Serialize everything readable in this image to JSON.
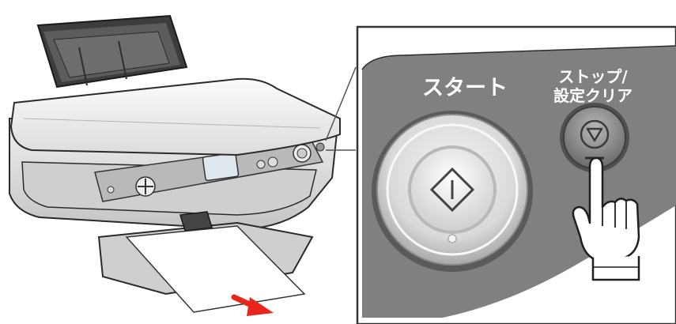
{
  "panel": {
    "start_label": "スタート",
    "stop_label_line1": "ストップ/",
    "stop_label_line2": "設定クリア"
  },
  "colors": {
    "panel_bg": "#808080",
    "callout_bg": "#ffffff",
    "button_outer": "#dcdcdc",
    "arrow": "#e8261b"
  },
  "icons": {
    "start": "start-diamond-icon",
    "stop": "stop-circle-icon",
    "hand": "pointing-hand-icon",
    "arrow": "paper-out-arrow-icon"
  }
}
